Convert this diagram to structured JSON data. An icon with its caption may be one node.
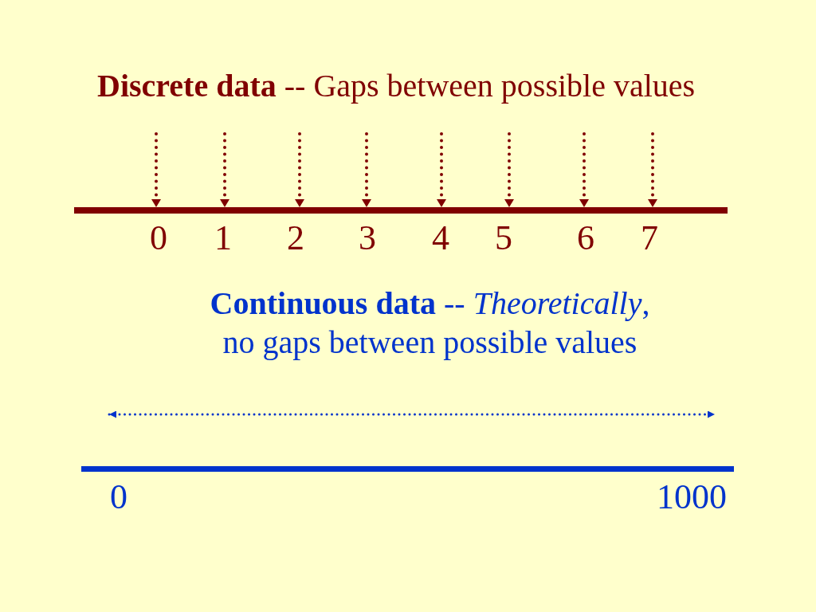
{
  "diagram": {
    "title": "**Discrete data** -- Gaps between possible values",
    "labels": [
      "0",
      "1",
      "2",
      "3",
      "4",
      "5",
      "6",
      "7",
      "**Continuous data** -- *Theoretically*, no gaps between possible values",
      "0",
      "1000"
    ]
  }
}
